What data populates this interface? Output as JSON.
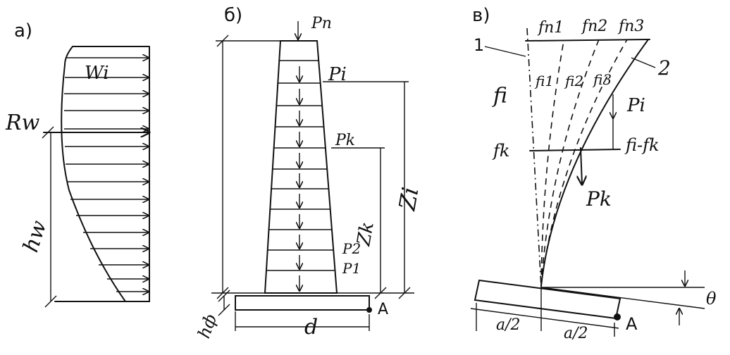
{
  "panel_a": {
    "label": "а)",
    "wi": "Wi",
    "rw": "Rw",
    "hw": "hw"
  },
  "panel_b": {
    "label": "б)",
    "pn": "Pn",
    "pi": "Pi",
    "pk": "Pk",
    "zi": "Zi",
    "zk": "Zk",
    "p2": "P2",
    "p1": "P1",
    "a_point": "A",
    "hf": "hф",
    "d": "d"
  },
  "panel_v": {
    "label": "в)",
    "fn1": "fn1",
    "fn2": "fn2",
    "fn3": "fn3",
    "one": "1",
    "two": "2",
    "fi": "fi",
    "fi1": "fi1",
    "fi2": "fi2",
    "fi3": "fi3",
    "pi": "Pi",
    "fk": "fk",
    "fi_minus_fk": "fi-fk",
    "pk": "Pk",
    "theta": "θ",
    "a_point": "A",
    "half_a_left": "a/2",
    "half_a_right": "a/2"
  }
}
